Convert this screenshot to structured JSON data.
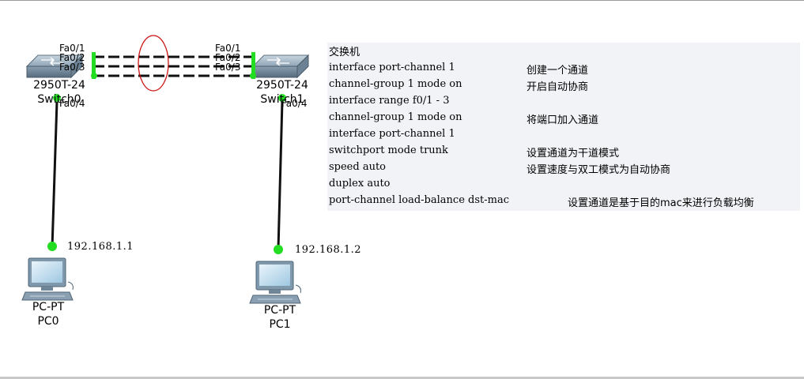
{
  "switches": [
    {
      "model": "2950T-24",
      "name": "Switch0",
      "ports": [
        "Fa0/1",
        "Fa0/2",
        "Fa0/3",
        "Fa0/4"
      ]
    },
    {
      "model": "2950T-24",
      "name": "Switch1",
      "ports": [
        "Fa0/1",
        "Fa0/2",
        "Fa0/3",
        "Fa0/4"
      ]
    }
  ],
  "pcs": [
    {
      "model": "PC-PT",
      "name": "PC0",
      "ip": "192.168.1.1"
    },
    {
      "model": "PC-PT",
      "name": "PC1",
      "ip": "192.168.1.2"
    }
  ],
  "config": {
    "title": "交换机",
    "lines": [
      {
        "cmd": "interface port-channel  1",
        "note": "创建一个通道"
      },
      {
        "cmd": "channel-group 1 mode on",
        "note": "开启自动协商"
      },
      {
        "cmd": "interface  range  f0/1 - 3",
        "note": ""
      },
      {
        "cmd": "channel-group 1 mode on",
        "note": "将端口加入通道"
      },
      {
        "cmd": "interface port-channel  1",
        "note": ""
      },
      {
        "cmd": "switchport  mode trunk",
        "note": "设置通道为干道模式"
      },
      {
        "cmd": "speed auto",
        "note": "设置速度与双工模式为自动协商"
      },
      {
        "cmd": "duplex auto",
        "note": ""
      },
      {
        "cmd": "port-channel load-balance dst-mac",
        "note": "设置通道是基于目的mac来进行负载均衡"
      }
    ]
  },
  "colors": {
    "link_up": "#22dd22",
    "cable": "#111111",
    "etherchannel_ellipse": "#cc1111",
    "config_bg": "#f1f3f7"
  }
}
